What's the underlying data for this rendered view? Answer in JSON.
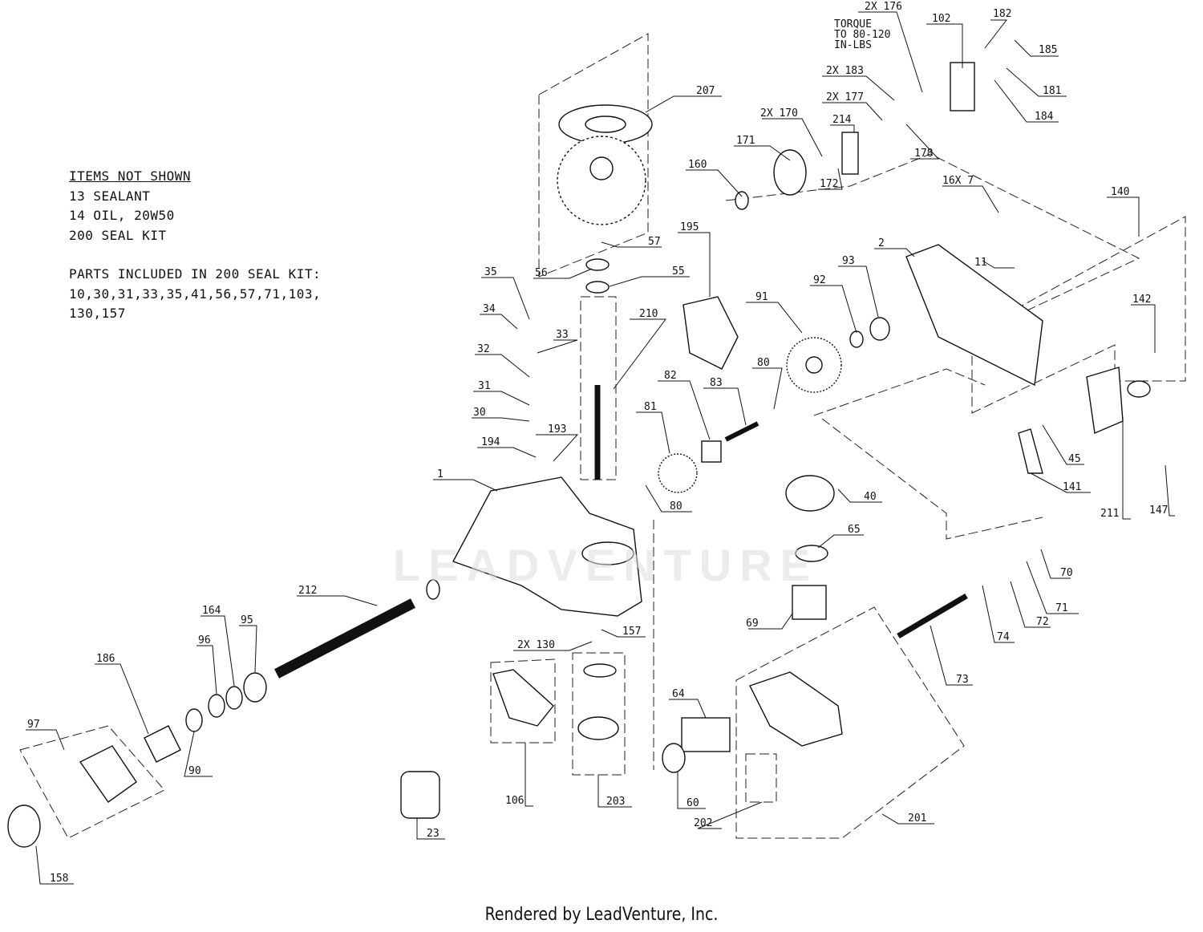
{
  "notes": {
    "heading": "ITEMS NOT SHOWN",
    "lines": [
      "13 SEALANT",
      "14 OIL, 20W50",
      "200 SEAL KIT"
    ],
    "seal_kit_heading": "PARTS INCLUDED IN 200 SEAL KIT:",
    "seal_kit_lines": [
      "10,30,31,33,35,41,56,57,71,103,",
      "130,157"
    ]
  },
  "torque_note": [
    "TORQUE",
    "TO 80-120",
    "IN-LBS"
  ],
  "footer": "Rendered by LeadVenture, Inc.",
  "watermark": "LEADVENTURE",
  "callouts": [
    "2X 176",
    "102",
    "182",
    "185",
    "181",
    "184",
    "2X 183",
    "2X 177",
    "178",
    "2X 170",
    "214",
    "171",
    "172",
    "160",
    "207",
    "16X 7",
    "140",
    "2",
    "11",
    "57",
    "56",
    "55",
    "195",
    "93",
    "92",
    "91",
    "35",
    "34",
    "33",
    "210",
    "32",
    "31",
    "30",
    "194",
    "193",
    "1",
    "82",
    "83",
    "80",
    "81",
    "80",
    "142",
    "45",
    "141",
    "211",
    "147",
    "40",
    "65",
    "70",
    "71",
    "72",
    "74",
    "73",
    "69",
    "212",
    "164",
    "95",
    "96",
    "186",
    "97",
    "90",
    "2X 130",
    "157",
    "106",
    "203",
    "64",
    "60",
    "202",
    "201",
    "23",
    "158"
  ]
}
